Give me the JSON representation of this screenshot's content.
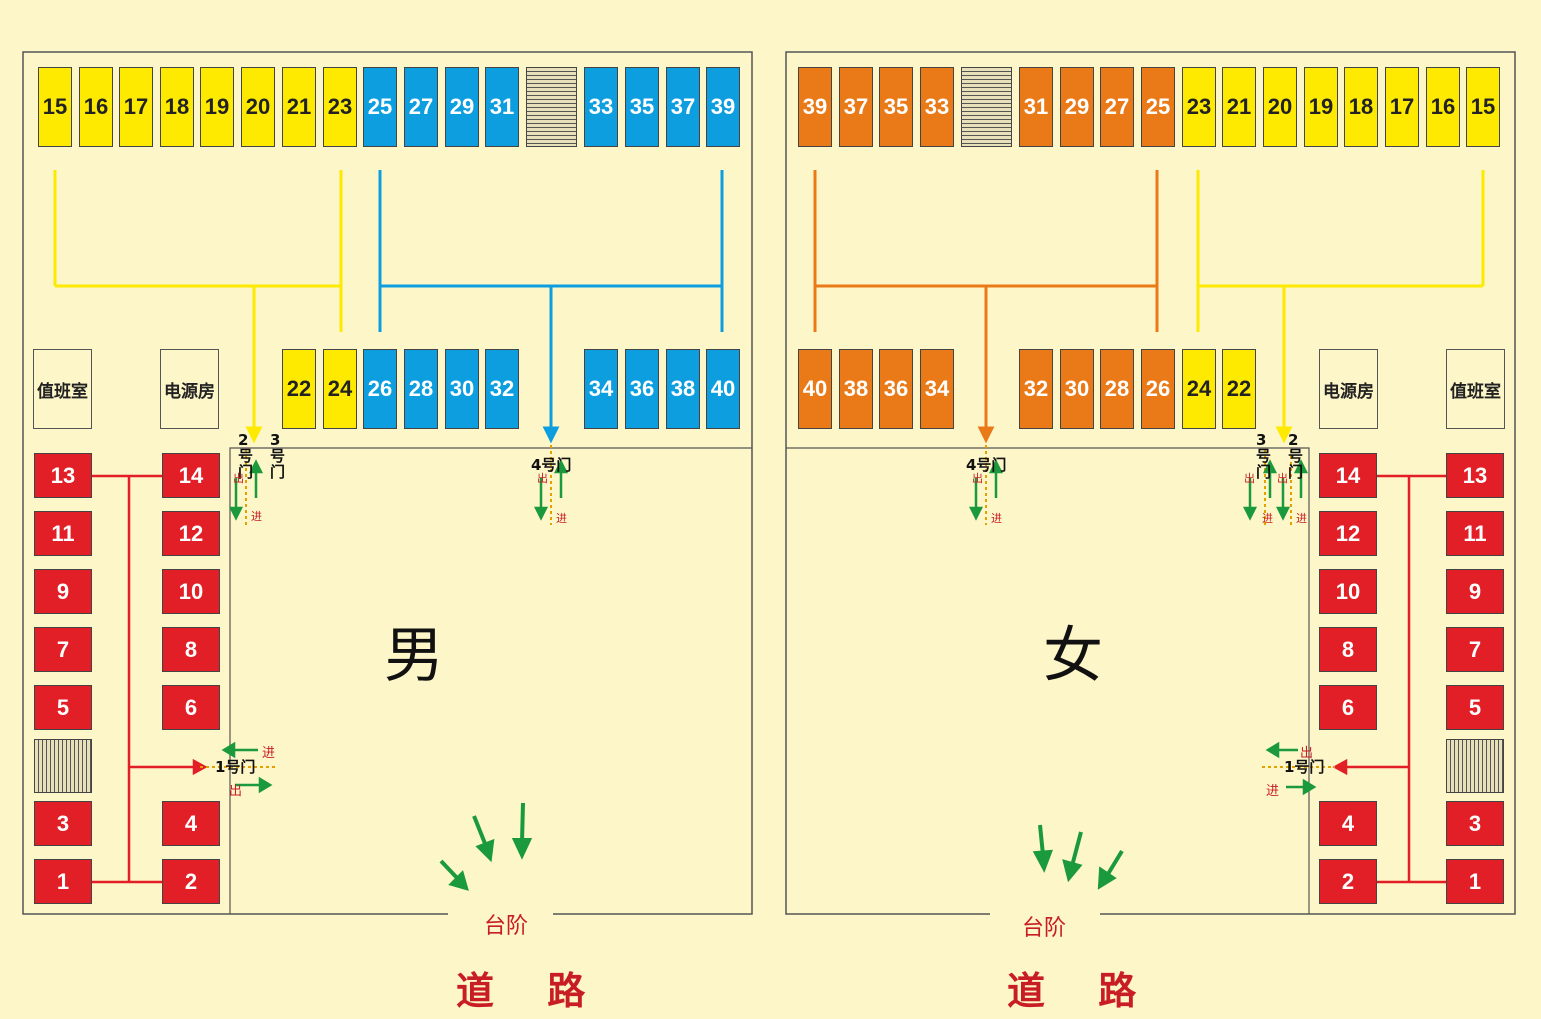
{
  "colors": {
    "background": "#fdf6c8",
    "yellow": "#fdea00",
    "blue": "#0d9ee0",
    "orange": "#ea7a17",
    "red": "#e21f26",
    "arrow_green": "#1a9a3c",
    "exit_line": "#e2a100",
    "line_red": "#e21f26"
  },
  "male": {
    "label": "男",
    "top_row": [
      "15",
      "16",
      "17",
      "18",
      "19",
      "20",
      "21",
      "23",
      "25",
      "27",
      "29",
      "31",
      "33",
      "35",
      "37",
      "39"
    ],
    "mid_row": [
      "22",
      "24",
      "26",
      "28",
      "30",
      "32",
      "34",
      "36",
      "38",
      "40"
    ],
    "left_col": [
      "13",
      "11",
      "9",
      "7",
      "5",
      "3",
      "1"
    ],
    "right_col": [
      "14",
      "12",
      "10",
      "8",
      "6",
      "4",
      "2"
    ],
    "rooms": {
      "duty": "值班室",
      "power": "电源房"
    },
    "gates": {
      "g2": "2号门",
      "g3": "3号门",
      "g4": "4号门",
      "g1": "1号门"
    },
    "steps": "台阶"
  },
  "female": {
    "label": "女",
    "top_row": [
      "39",
      "37",
      "35",
      "33",
      "31",
      "29",
      "27",
      "25",
      "23",
      "21",
      "20",
      "19",
      "18",
      "17",
      "16",
      "15"
    ],
    "mid_row": [
      "40",
      "38",
      "36",
      "34",
      "32",
      "30",
      "28",
      "26",
      "24",
      "22"
    ],
    "right_col": [
      "13",
      "11",
      "9",
      "7",
      "5",
      "3",
      "1"
    ],
    "left_col": [
      "14",
      "12",
      "10",
      "8",
      "6",
      "4",
      "2"
    ],
    "rooms": {
      "duty": "值班室",
      "power": "电源房"
    },
    "gates": {
      "g2": "2号门",
      "g3": "3号门",
      "g4": "4号门",
      "g1": "1号门"
    },
    "steps": "台阶"
  },
  "words": {
    "in": "进",
    "out": "出"
  },
  "road": "道 路"
}
